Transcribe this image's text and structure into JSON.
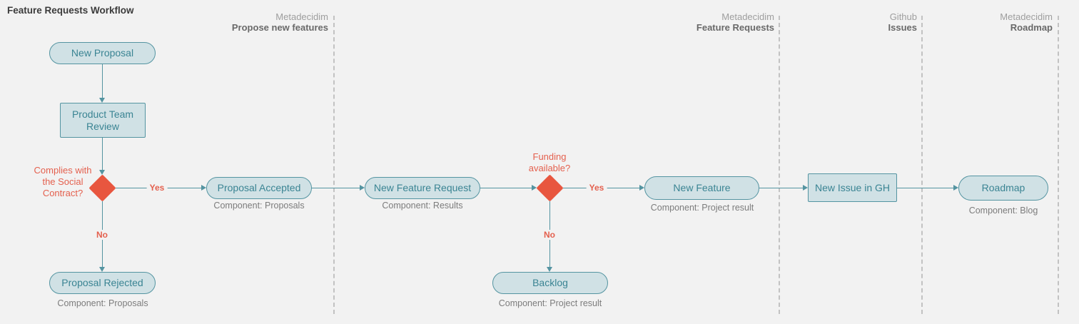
{
  "title": "Feature Requests Workflow",
  "lanes": [
    {
      "platform": "Metadecidim",
      "name": "Propose new features"
    },
    {
      "platform": "Metadecidim",
      "name": "Feature Requests"
    },
    {
      "platform": "Github",
      "name": "Issues"
    },
    {
      "platform": "Metadecidim",
      "name": "Roadmap"
    }
  ],
  "nodes": {
    "new_proposal": {
      "label": "New Proposal"
    },
    "product_team_review": {
      "label": "Product Team Review"
    },
    "proposal_accepted": {
      "label": "Proposal Accepted",
      "component": "Component: Proposals"
    },
    "proposal_rejected": {
      "label": "Proposal Rejected",
      "component": "Component: Proposals"
    },
    "new_feature_request": {
      "label": "New Feature Request",
      "component": "Component: Results"
    },
    "new_feature": {
      "label": "New Feature",
      "component": "Component: Project result"
    },
    "backlog": {
      "label": "Backlog",
      "component": "Component: Project result"
    },
    "new_issue_gh": {
      "label": "New Issue in GH"
    },
    "roadmap": {
      "label": "Roadmap",
      "component": "Component: Blog"
    }
  },
  "decisions": {
    "social_contract": {
      "question": "Complies with the Social Contract?",
      "yes_label": "Yes",
      "no_label": "No"
    },
    "funding": {
      "question": "Funding available?",
      "yes_label": "Yes",
      "no_label": "No"
    }
  },
  "colors": {
    "background": "#f2f2f2",
    "node_fill": "#d0e1e5",
    "node_border": "#5494a1",
    "node_text": "#3a8493",
    "decision_red": "#e8563f",
    "connector_teal": "#5494a1",
    "lane_divider": "#c2c2c2",
    "header_muted": "#9e9e9e",
    "header_strong": "#696969",
    "component_text": "#7c7c7c"
  }
}
